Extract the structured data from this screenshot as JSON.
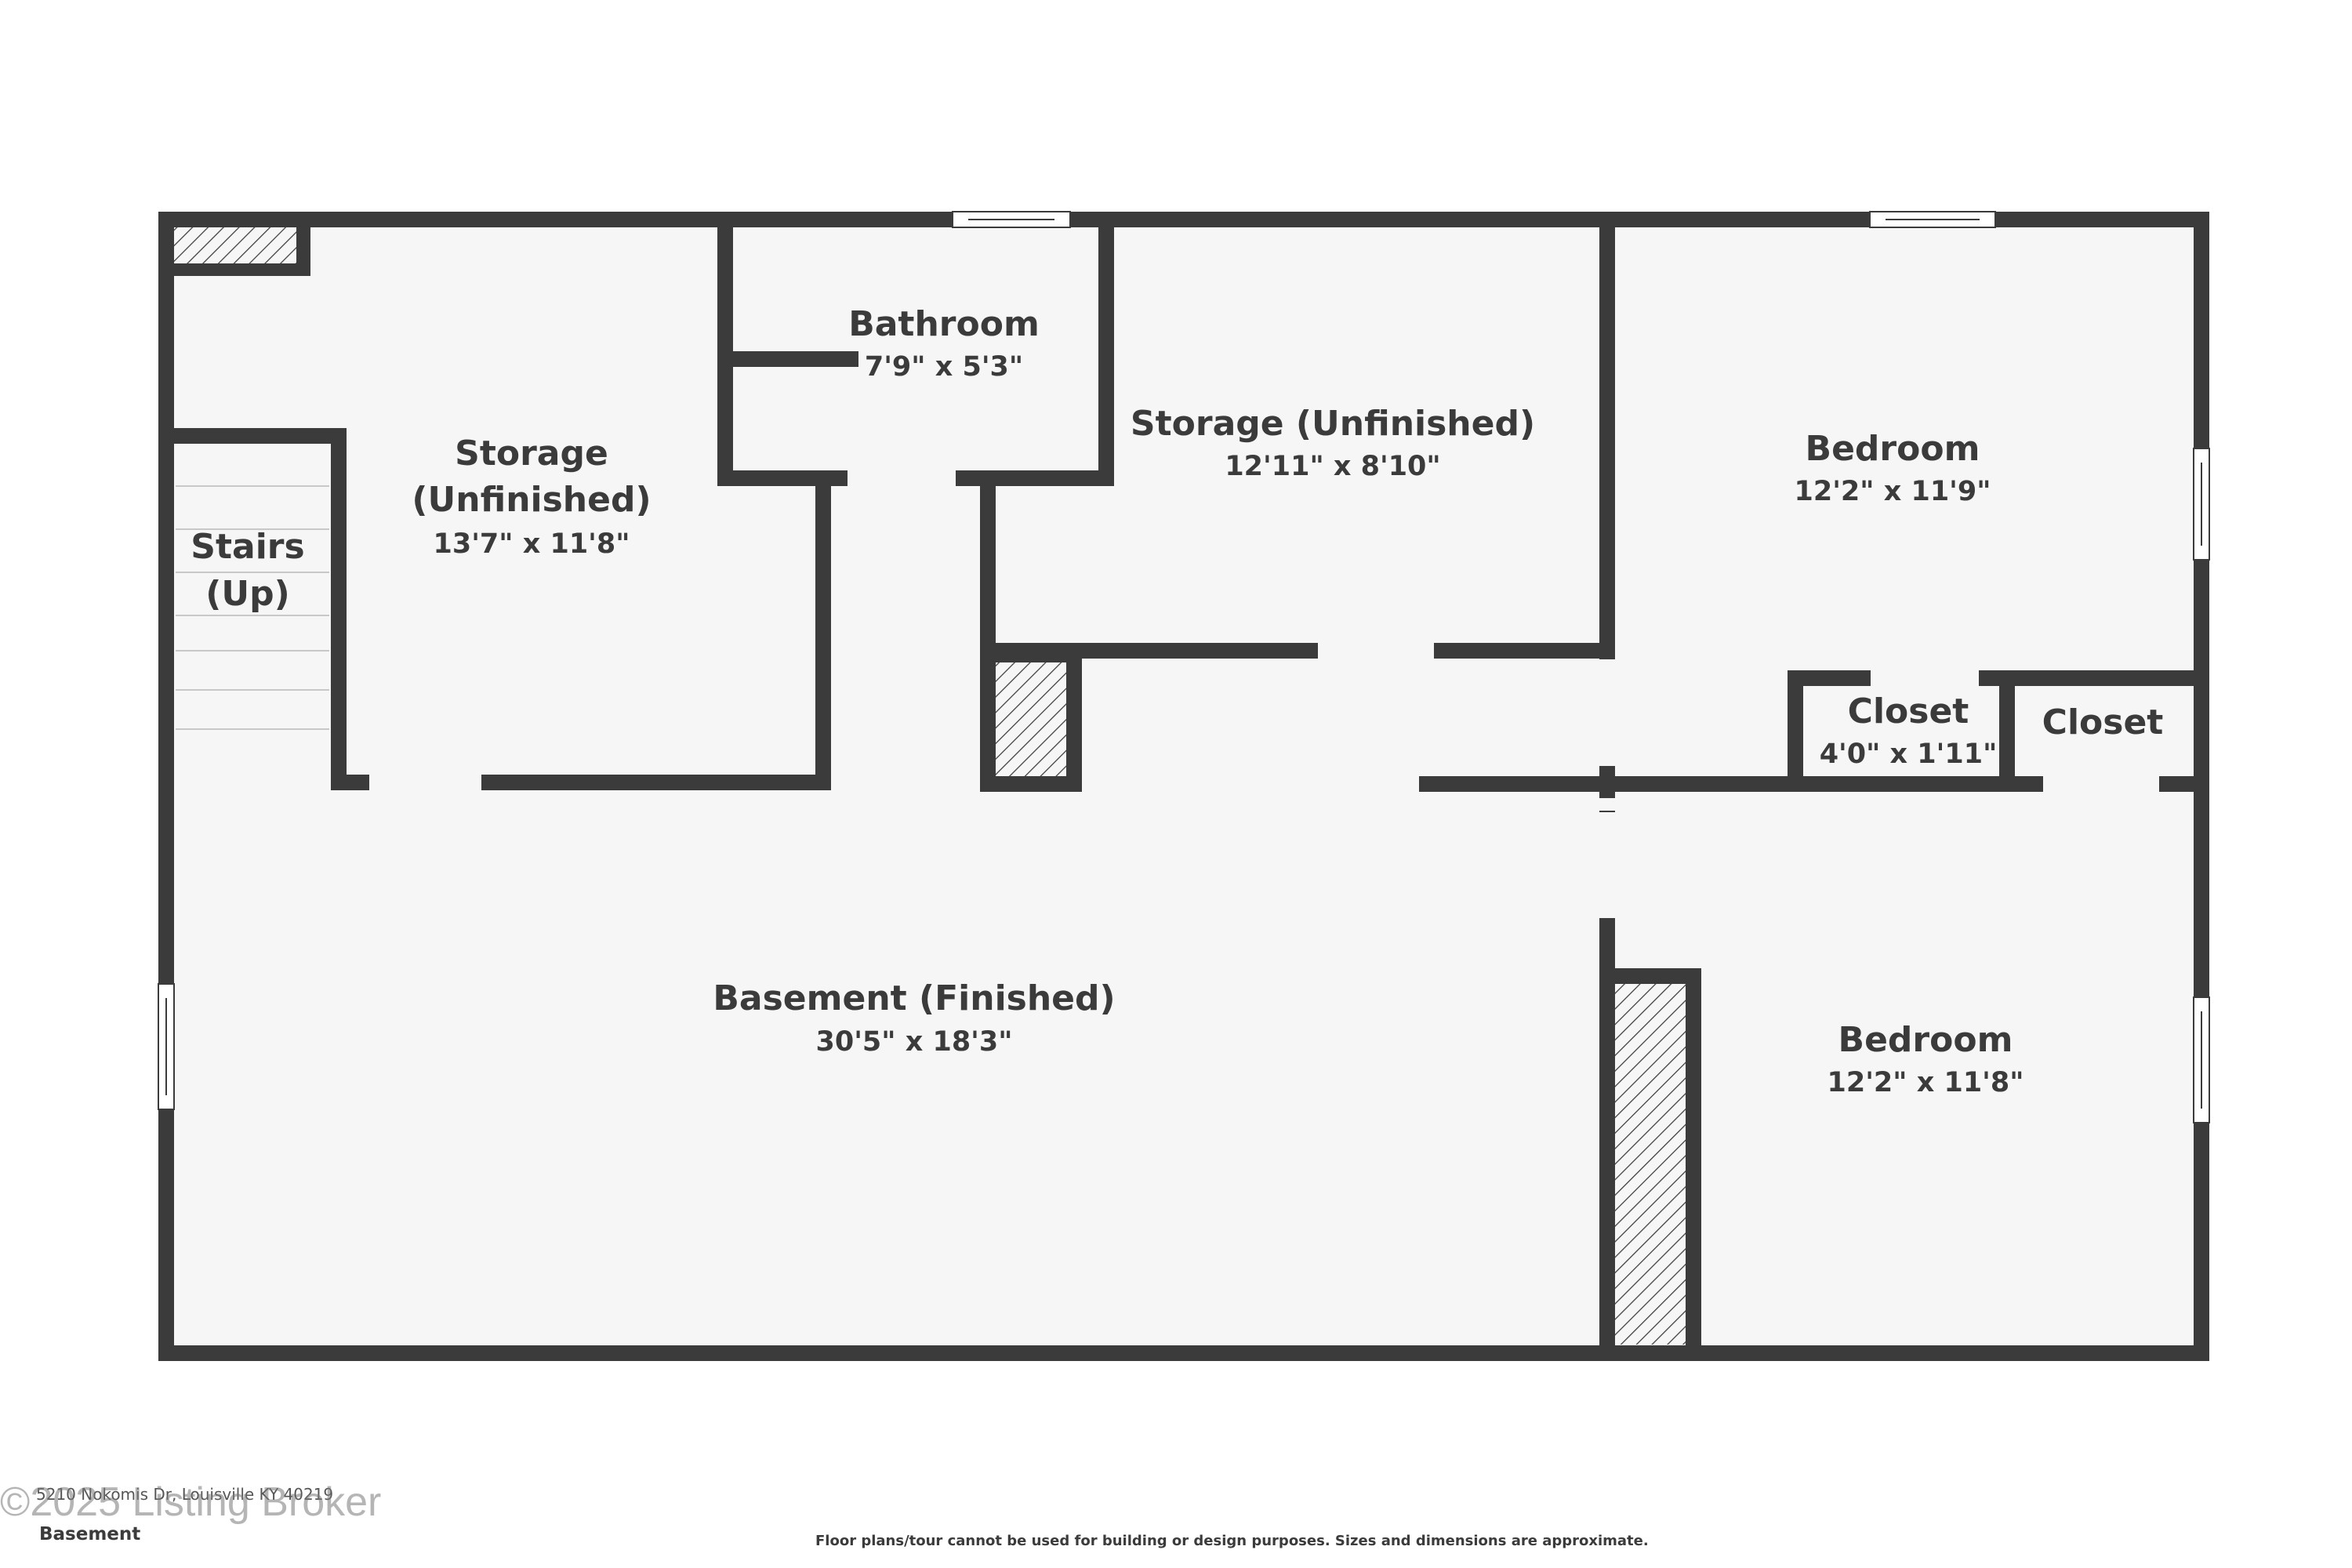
{
  "rooms": [
    {
      "id": "storage-left",
      "name_lines": [
        "Storage",
        "(Unfinished)"
      ],
      "dims": "13'7\" x 11'8\""
    },
    {
      "id": "bathroom",
      "name_lines": [
        "Bathroom"
      ],
      "dims": "7'9\" x 5'3\""
    },
    {
      "id": "storage-center",
      "name_lines": [
        "Storage (Unfinished)"
      ],
      "dims": "12'11\" x 8'10\""
    },
    {
      "id": "bedroom-upper",
      "name_lines": [
        "Bedroom"
      ],
      "dims": "12'2\" x 11'9\""
    },
    {
      "id": "stairs",
      "name_lines": [
        "Stairs",
        "(Up)"
      ],
      "dims": ""
    },
    {
      "id": "closet-left",
      "name_lines": [
        "Closet"
      ],
      "dims": "4'0\" x 1'11\""
    },
    {
      "id": "closet-right",
      "name_lines": [
        "Closet"
      ],
      "dims": ""
    },
    {
      "id": "basement",
      "name_lines": [
        "Basement (Finished)"
      ],
      "dims": "30'5\" x 18'3\""
    },
    {
      "id": "bedroom-lower",
      "name_lines": [
        "Bedroom"
      ],
      "dims": "12'2\" x 11'8\""
    }
  ],
  "footer": {
    "watermark": "©2025 Listing Broker",
    "address": "5210 Nokomis Dr, Louisville KY 40219",
    "floor_name": "Basement",
    "disclaimer": "Floor plans/tour cannot be used for building or design purposes. Sizes and dimensions are approximate."
  },
  "colors": {
    "wall": "#3b3b3b",
    "floor": "#f6f6f6",
    "text": "#3b3b3b"
  }
}
